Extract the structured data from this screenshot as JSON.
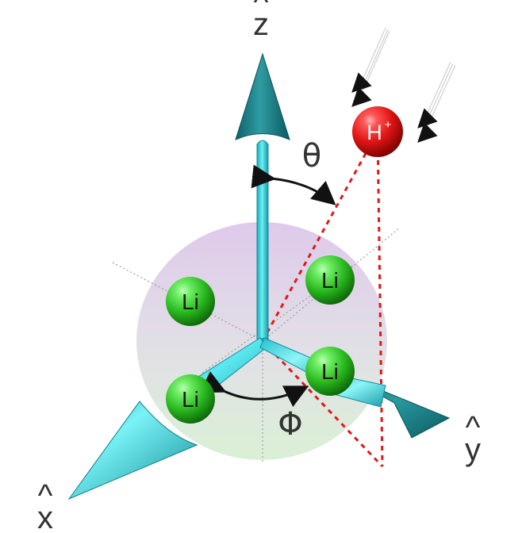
{
  "axes": {
    "x_label": "x",
    "y_label": "y",
    "z_label": "z",
    "hat": "^"
  },
  "angles": {
    "theta": "θ",
    "phi": "Φ"
  },
  "atoms": {
    "li_label": "Li",
    "ion_label": "H",
    "ion_charge": "+"
  },
  "colors": {
    "axis_cyan": "#27c8d2",
    "axis_cone_dark": "#157a80",
    "li_green": "#27b51d",
    "ion_red": "#e11616",
    "projection_red": "#e01818",
    "sphere_top": "#dbc3e9",
    "sphere_bottom": "#d6efd1"
  }
}
